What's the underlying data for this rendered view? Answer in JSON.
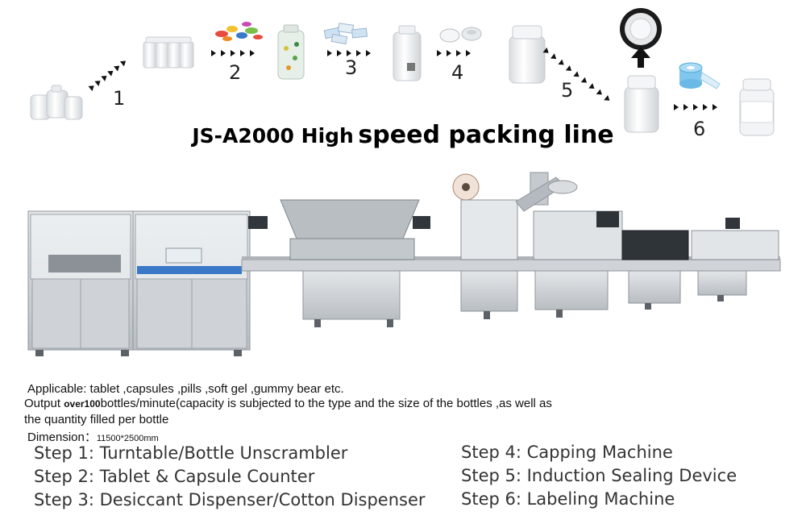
{
  "title": {
    "part1": "JS-A2000 High",
    "part2": "speed packing line"
  },
  "process_numbers": [
    "1",
    "2",
    "3",
    "4",
    "5",
    "6"
  ],
  "specs": {
    "applicable": "Applicable: tablet ,capsules ,pills ,soft gel ,gummy bear etc.",
    "output_prefix": "Output ",
    "output_bold": "over100",
    "output_rest": "bottles/minute(capacity is subjected to the type and the size of the bottles ,as well as",
    "output_line2": "the quantity filled per bottle",
    "dimension_label": "Dimension：",
    "dimension_value": "11500*2500mm"
  },
  "steps_left": [
    "Step 1: Turntable/Bottle Unscrambler",
    "Step 2: Tablet & Capsule Counter",
    "Step 3: Desiccant Dispenser/Cotton Dispenser"
  ],
  "steps_right": [
    "Step 4: Capping Machine",
    "Step 5: Induction Sealing Device",
    "Step 6: Labeling Machine"
  ],
  "icons": [
    "bottle-icon",
    "arrow-icon",
    "pills-icon",
    "desiccant-icon",
    "cap-icon",
    "label-roll-icon",
    "seal-icon"
  ],
  "colors": {
    "machine_steel": "#c8ccd0",
    "accent_blue": "#3a78c8",
    "text": "#111111"
  }
}
